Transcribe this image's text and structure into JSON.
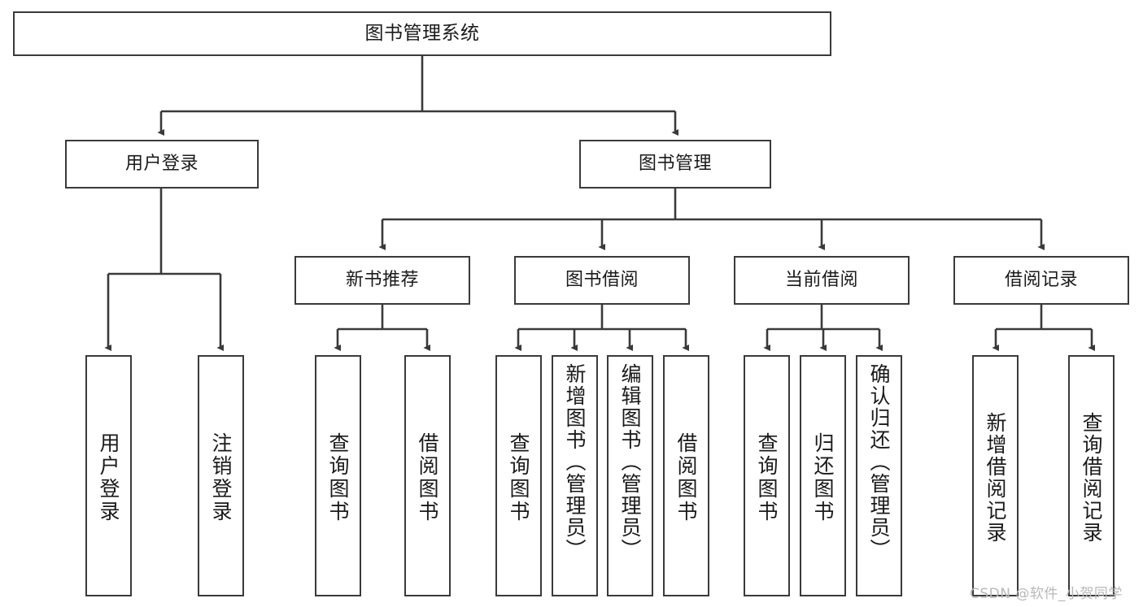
{
  "diagram": {
    "title": "图书管理系统",
    "type": "tree-hierarchy",
    "root": {
      "label": "图书管理系统"
    },
    "level1": [
      {
        "label": "用户登录"
      },
      {
        "label": "图书管理"
      }
    ],
    "level2": [
      {
        "label": "新书推荐",
        "parent": "图书管理"
      },
      {
        "label": "图书借阅",
        "parent": "图书管理"
      },
      {
        "label": "当前借阅",
        "parent": "图书管理"
      },
      {
        "label": "借阅记录",
        "parent": "图书管理"
      }
    ],
    "leaves": [
      {
        "label": "用户登录",
        "parent": "用户登录"
      },
      {
        "label": "注销登录",
        "parent": "用户登录"
      },
      {
        "label": "查询图书",
        "parent": "新书推荐"
      },
      {
        "label": "借阅图书",
        "parent": "新书推荐"
      },
      {
        "label": "查询图书",
        "parent": "图书借阅"
      },
      {
        "label": "新增图书（管理员）",
        "parent": "图书借阅"
      },
      {
        "label": "编辑图书（管理员）",
        "parent": "图书借阅"
      },
      {
        "label": "借阅图书",
        "parent": "图书借阅"
      },
      {
        "label": "查询图书",
        "parent": "当前借阅"
      },
      {
        "label": "归还图书",
        "parent": "当前借阅"
      },
      {
        "label": "确认归还（管理员）",
        "parent": "当前借阅"
      },
      {
        "label": "新增借阅记录",
        "parent": "借阅记录"
      },
      {
        "label": "查询借阅记录",
        "parent": "借阅记录"
      }
    ]
  },
  "watermark": {
    "text": "CSDN @软件_小贺同学"
  },
  "colors": {
    "line": "#3a3a3a",
    "box_fill": "#ffffff",
    "text": "#1a1a1a",
    "watermark": "#b8b8b8"
  }
}
